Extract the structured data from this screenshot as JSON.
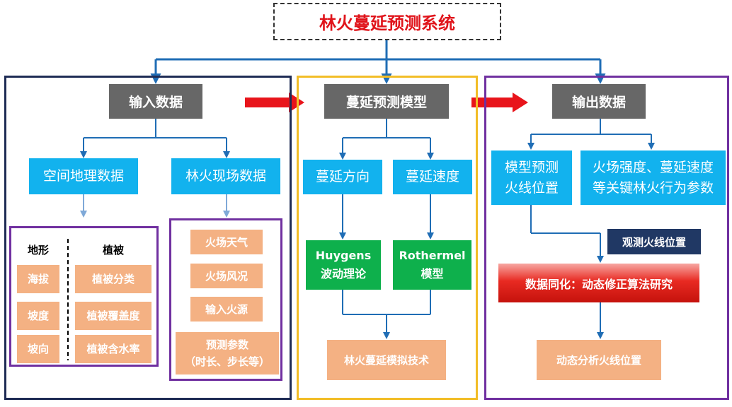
{
  "title": "林火蔓延预测系统",
  "colors": {
    "title_red": "#e0141b",
    "panel_input_border": "#1f2c55",
    "panel_model_border": "#f2bd27",
    "panel_output_border": "#7030a0",
    "gray_box": "#676767",
    "blue_box": "#12b2ee",
    "peach_box": "#f4b183",
    "green_box": "#0eb04c",
    "navy_box": "#203864",
    "arrow_blue": "#1f6db5",
    "arrow_red": "#e8141b"
  },
  "input": {
    "header": "输入数据",
    "spatial": "空间地理数据",
    "field": "林火现场数据",
    "terrain_label": "地形",
    "vegetation_label": "植被",
    "terrain_items": [
      "海拔",
      "坡度",
      "坡向"
    ],
    "vegetation_items": [
      "植被分类",
      "植被覆盖度",
      "植被含水率"
    ],
    "field_items": [
      "火场天气",
      "火场风况",
      "输入火源"
    ],
    "params_line1": "预测参数",
    "params_line2": "（时长、步长等）"
  },
  "model": {
    "header": "蔓延预测模型",
    "direction": "蔓延方向",
    "speed": "蔓延速度",
    "huygens_line1": "Huygens",
    "huygens_line2": "波动理论",
    "rothermel_line1": "Rothermel",
    "rothermel_line2": "模型",
    "simulation": "林火蔓延模拟技术"
  },
  "output": {
    "header": "输出数据",
    "predicted_line1": "模型预测",
    "predicted_line2": "火线位置",
    "behavior_line1": "火场强度、蔓延速度",
    "behavior_line2": "等关键林火行为参数",
    "observed": "观测火线位置",
    "assimilation": "数据同化：动态修正算法研究",
    "dynamic": "动态分析火线位置"
  }
}
